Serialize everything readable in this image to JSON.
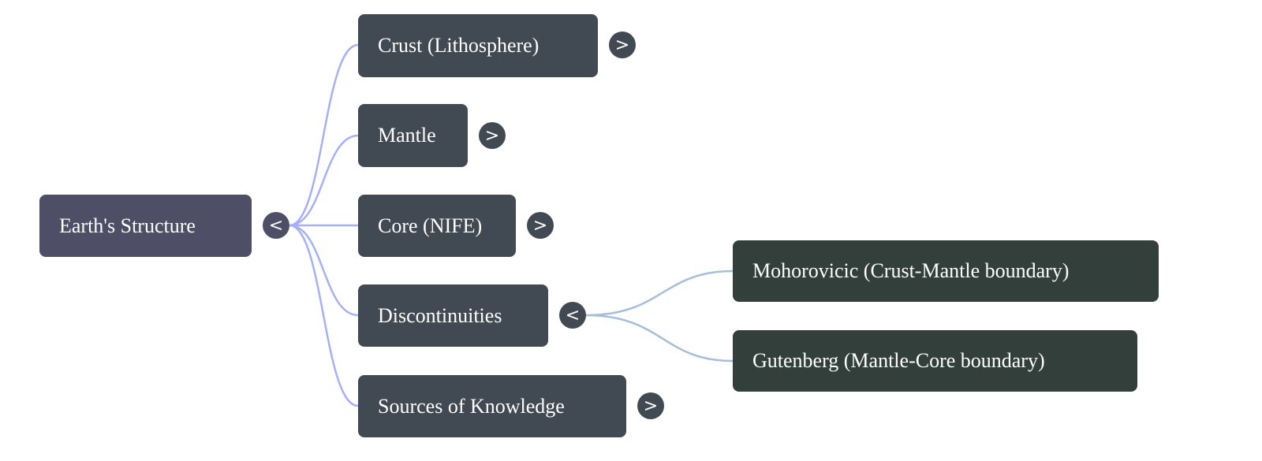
{
  "root": {
    "label": "Earth's Structure",
    "toggle": "<"
  },
  "children": [
    {
      "label": "Crust (Lithosphere)",
      "toggle": ">"
    },
    {
      "label": "Mantle",
      "toggle": ">"
    },
    {
      "label": "Core (NIFE)",
      "toggle": ">"
    },
    {
      "label": "Discontinuities",
      "toggle": "<",
      "children": [
        {
          "label": "Mohorovicic (Crust-Mantle boundary)"
        },
        {
          "label": "Gutenberg (Mantle-Core boundary)"
        }
      ]
    },
    {
      "label": "Sources of Knowledge",
      "toggle": ">"
    }
  ],
  "colors": {
    "root": "#4e4f66",
    "level1": "#414952",
    "level2": "#323f3b",
    "link1": "#a5b0f5",
    "link2": "#a4bedb"
  }
}
